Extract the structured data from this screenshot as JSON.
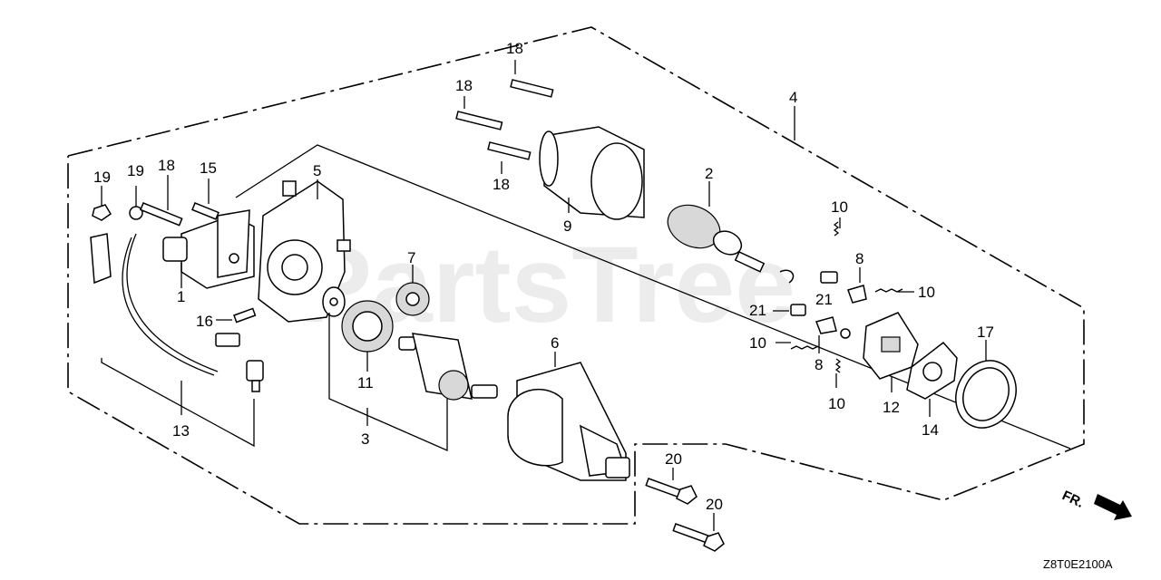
{
  "watermark": "PartsTree",
  "diagram_code": "Z8T0E2100A",
  "front_marker": "FR.",
  "callouts": {
    "c1": "1",
    "c2": "2",
    "c3": "3",
    "c4": "4",
    "c5": "5",
    "c6": "6",
    "c7": "7",
    "c8a": "8",
    "c8b": "8",
    "c9": "9",
    "c10a": "10",
    "c10b": "10",
    "c10c": "10",
    "c10d": "10",
    "c11": "11",
    "c12": "12",
    "c13": "13",
    "c14": "14",
    "c15": "15",
    "c16": "16",
    "c17": "17",
    "c18a": "18",
    "c18b": "18",
    "c18c": "18",
    "c18d": "18",
    "c19a": "19",
    "c19b": "19",
    "c20a": "20",
    "c20b": "20",
    "c21a": "21",
    "c21b": "21"
  }
}
